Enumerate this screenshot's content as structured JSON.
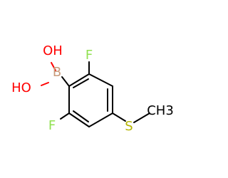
{
  "molecule": {
    "atoms": {
      "oh_top": "OH",
      "ho_left": "HO",
      "boron": "B",
      "fluorine_top": "F",
      "fluorine_bottom": "F",
      "sulfur": "S",
      "methyl": "CH3"
    },
    "colors": {
      "bond": "#000000",
      "carbon": "#000000",
      "oxygen": "#ff0000",
      "boron": "#c89b7b",
      "fluorine": "#90e050",
      "sulfur": "#b5b500"
    }
  }
}
